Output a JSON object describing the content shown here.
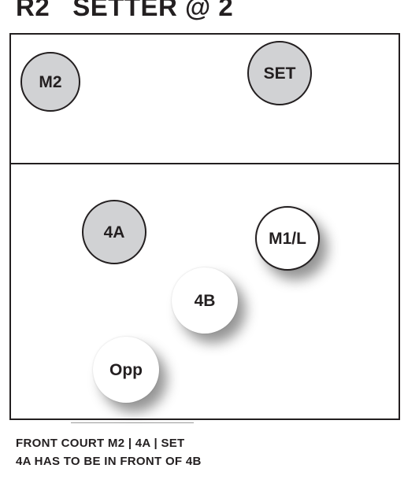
{
  "title": "R2   SETTER @ 2",
  "players": {
    "m2": "M2",
    "set": "SET",
    "a4": "4A",
    "m1l": "M1/L",
    "b4": "4B",
    "opp": "Opp"
  },
  "caption": {
    "line1": "FRONT COURT M2 | 4A | SET",
    "line2": "4A HAS TO BE IN FRONT OF 4B"
  },
  "colors": {
    "filled_player": "#d1d2d4",
    "plain_player": "#ffffff",
    "line": "#231f20"
  }
}
